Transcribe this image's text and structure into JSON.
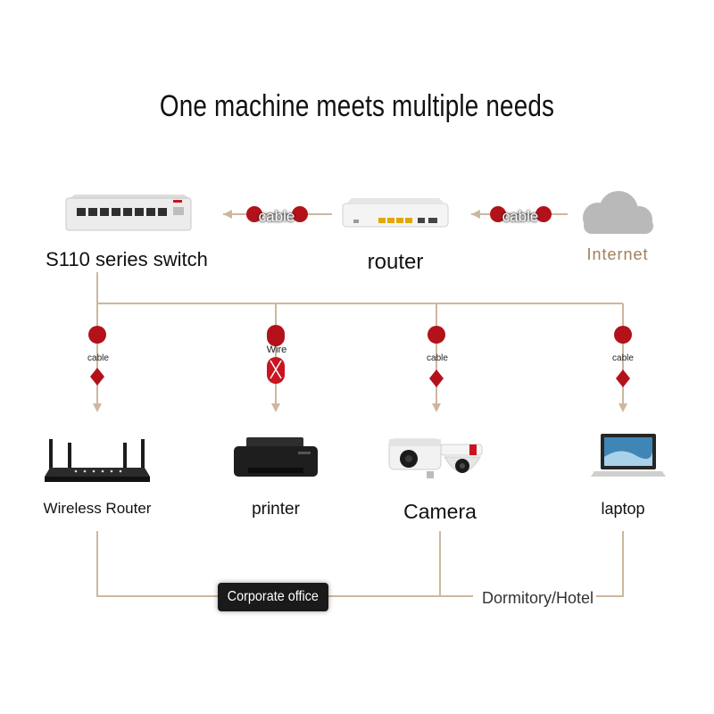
{
  "title": "One machine meets multiple needs",
  "devices": {
    "switch": "S110 series switch",
    "router": "router",
    "internet": "Internet",
    "wireless_router": "Wireless Router",
    "printer": "printer",
    "camera": "Camera",
    "laptop": "laptop"
  },
  "connectors": {
    "top_left": "cable",
    "top_right": "cable",
    "wireless_router": "cable",
    "printer": "Wire",
    "camera": "cable",
    "laptop": "cable"
  },
  "scenarios": {
    "office": "Corporate office",
    "dorm": "Dormitory/Hotel"
  },
  "colors": {
    "line": "#cdb79e",
    "accent_red": "#b3121a",
    "cloud": "#b9b9b9",
    "internet_text": "#a07d5a"
  }
}
